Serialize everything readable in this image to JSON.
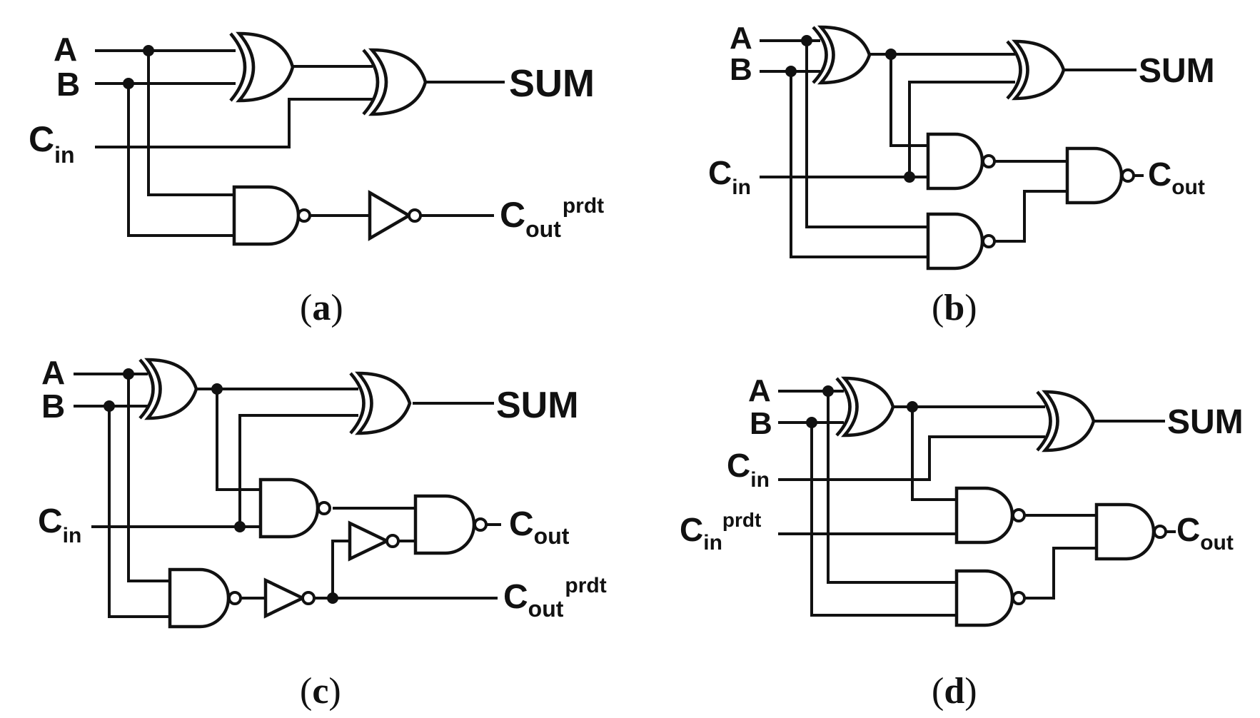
{
  "panels": {
    "a": {
      "caption_open": "(",
      "caption_letter": "a",
      "caption_close": ")",
      "in_a": "A",
      "in_b": "B",
      "in_c": "C",
      "in_c_sub": "in",
      "out_sum": "SUM",
      "out_prdt": "C",
      "out_prdt_sub": "out",
      "out_prdt_sup": "prdt"
    },
    "b": {
      "caption_open": "(",
      "caption_letter": "b",
      "caption_close": ")",
      "in_a": "A",
      "in_b": "B",
      "in_c": "C",
      "in_c_sub": "in",
      "out_sum": "SUM",
      "out_cout": "C",
      "out_cout_sub": "out"
    },
    "c": {
      "caption_open": "(",
      "caption_letter": "c",
      "caption_close": ")",
      "in_a": "A",
      "in_b": "B",
      "in_c": "C",
      "in_c_sub": "in",
      "out_sum": "SUM",
      "out_cout": "C",
      "out_cout_sub": "out",
      "out_prdt": "C",
      "out_prdt_sub": "out",
      "out_prdt_sup": "prdt"
    },
    "d": {
      "caption_open": "(",
      "caption_letter": "d",
      "caption_close": ")",
      "in_a": "A",
      "in_b": "B",
      "in_c": "C",
      "in_c_sub": "in",
      "in_cp": "C",
      "in_cp_sub": "in",
      "in_cp_sup": "prdt",
      "out_sum": "SUM",
      "out_cout": "C",
      "out_cout_sub": "out"
    }
  },
  "colors": {
    "ink": "#111111",
    "background": "#ffffff"
  }
}
